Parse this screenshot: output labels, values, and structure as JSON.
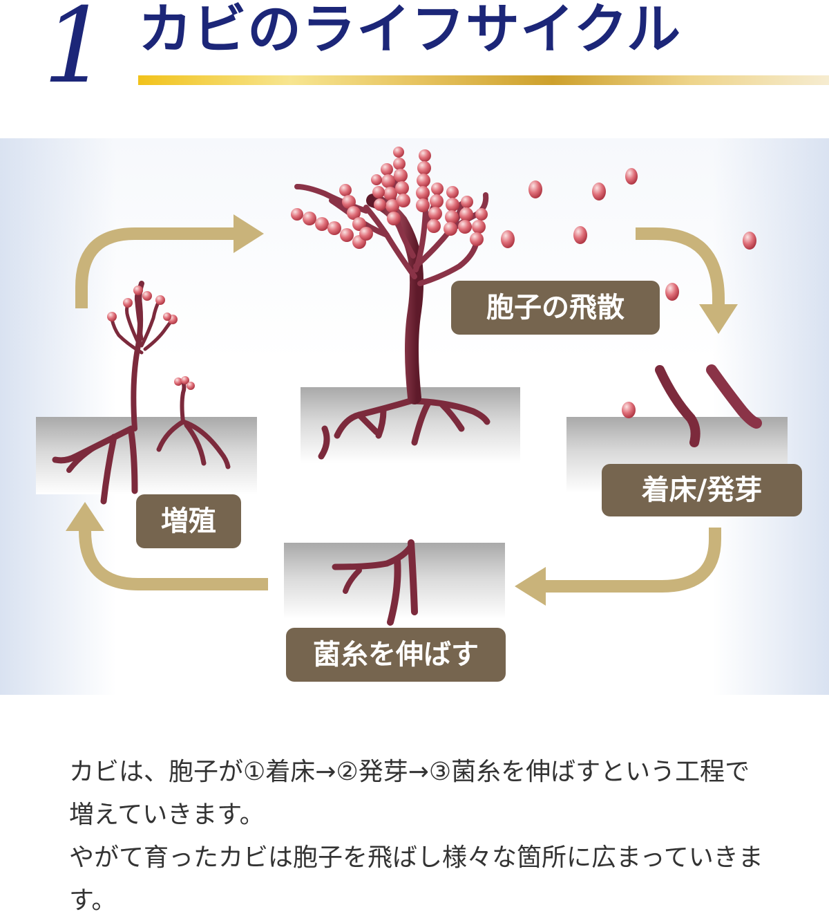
{
  "header": {
    "number": "1",
    "title": "カビのライフサイクル"
  },
  "diagram": {
    "stages": {
      "dispersal": "胞子の飛散",
      "germination": "着床/発芽",
      "hyphae": "菌糸を伸ばす",
      "proliferation": "増殖"
    },
    "colors": {
      "arrow": "#c9b37a",
      "label_bg": "#76654f",
      "mold": "#7c2a3c"
    }
  },
  "description": {
    "line1": "カビは、胞子が①着床→②発芽→③菌糸を伸ばすという工程で増えていきます。",
    "line2": "やがて育ったカビは胞子を飛ばし様々な箇所に広まっていきます。"
  },
  "colors": {
    "title": "#1c2678",
    "gold_rule": "#d9ad2b"
  }
}
